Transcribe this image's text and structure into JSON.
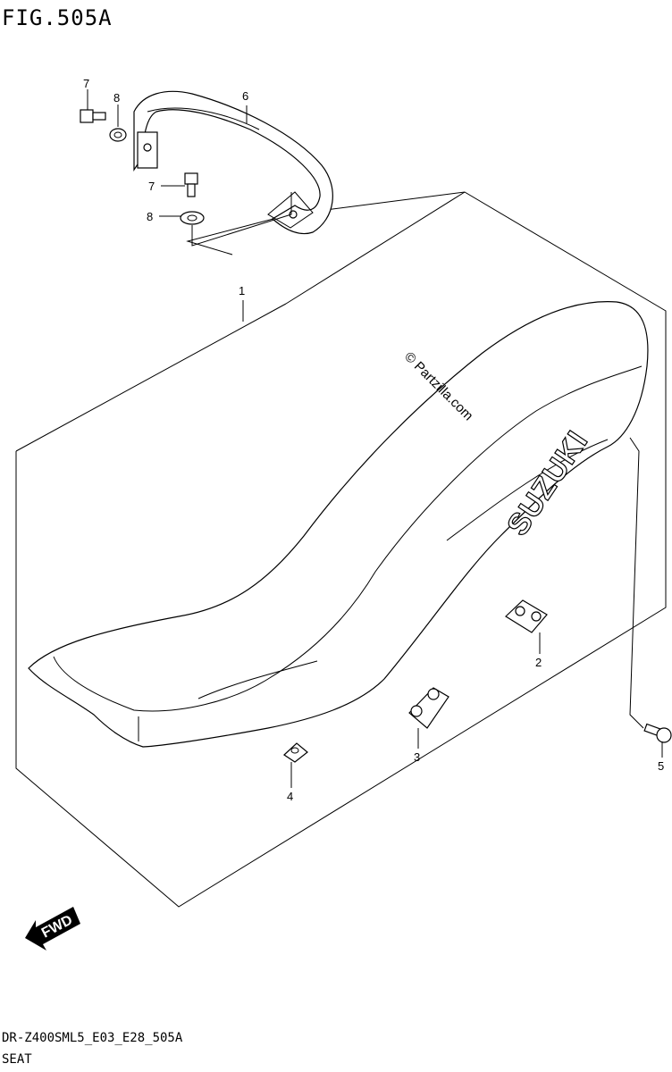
{
  "figure": {
    "title": "FIG.505A",
    "code": "DR-Z400SML5_E03_E28_505A",
    "name": "SEAT"
  },
  "watermark": "© Partzilla.com",
  "brand_logo": "SUZUKI",
  "direction_arrow": "FWD",
  "callouts": [
    "1",
    "2",
    "3",
    "4",
    "5",
    "6",
    "7",
    "8",
    "7",
    "8"
  ]
}
